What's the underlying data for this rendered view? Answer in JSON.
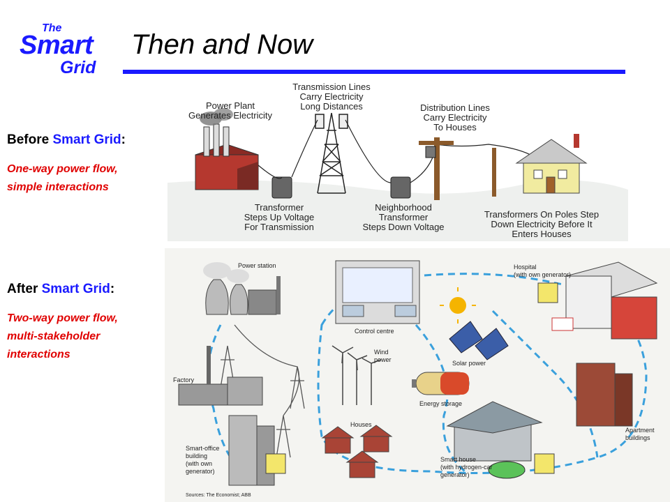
{
  "logo": {
    "the": "The",
    "smart": "Smart",
    "grid": "Grid"
  },
  "title": "Then and Now",
  "colors": {
    "accent": "#1a1aff",
    "description": "#e00000",
    "flow_line": "#3aa0dc"
  },
  "before": {
    "heading_prefix": "Before ",
    "heading_highlight": "Smart Grid",
    "heading_suffix": ":",
    "desc_line1": "One-way power flow,",
    "desc_line2": "simple interactions",
    "labels": {
      "power_plant_1": "Power Plant",
      "power_plant_2": "Generates Electricity",
      "transmission_1": "Transmission Lines",
      "transmission_2": "Carry Electricity",
      "transmission_3": "Long Distances",
      "distribution_1": "Distribution Lines",
      "distribution_2": "Carry Electricity",
      "distribution_3": "To Houses",
      "transformer_1": "Transformer",
      "transformer_2": "Steps Up Voltage",
      "transformer_3": "For Transmission",
      "neighborhood_1": "Neighborhood",
      "neighborhood_2": "Transformer",
      "neighborhood_3": "Steps Down Voltage",
      "poles_1": "Transformers On Poles Step",
      "poles_2": "Down Electricity Before It",
      "poles_3": "Enters Houses"
    }
  },
  "after": {
    "heading_prefix": "After ",
    "heading_highlight": "Smart Grid",
    "heading_suffix": ":",
    "desc_line1": "Two-way power flow,",
    "desc_line2": "multi-stakeholder",
    "desc_line3": "interactions",
    "labels": {
      "power_station": "Power station",
      "control_centre": "Control centre",
      "hospital_1": "Hospital",
      "hospital_2": "(with own generator)",
      "solar_power": "Solar power",
      "wind_power_1": "Wind",
      "wind_power_2": "power",
      "factory": "Factory",
      "energy_storage": "Energy storage",
      "houses": "Houses",
      "smart_office_1": "Smart-office",
      "smart_office_2": "building",
      "smart_office_3": "(with own",
      "smart_office_4": "generator)",
      "smart_house_1": "Smart house",
      "smart_house_2": "(with hydrogen-car",
      "smart_house_3": "generator)",
      "apartment_1": "Apartment",
      "apartment_2": "buildings",
      "sources": "Sources: The Economist; ABB"
    }
  }
}
